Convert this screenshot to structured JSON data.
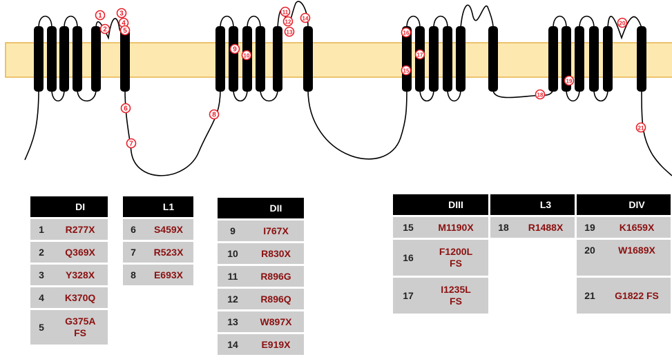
{
  "membrane_color": "#fde9b0",
  "helix_color": "#000000",
  "marker_color": "#e8202a",
  "markers": [
    {
      "label": "1"
    },
    {
      "label": "2"
    },
    {
      "label": "3"
    },
    {
      "label": "4"
    },
    {
      "label": "5"
    },
    {
      "label": "6"
    },
    {
      "label": "7"
    },
    {
      "label": "8"
    },
    {
      "label": "9"
    },
    {
      "label": "10"
    },
    {
      "label": "11"
    },
    {
      "label": "12"
    },
    {
      "label": "13"
    },
    {
      "label": "14"
    },
    {
      "label": "15"
    },
    {
      "label": "16"
    },
    {
      "label": "17"
    },
    {
      "label": "18"
    },
    {
      "label": "19"
    },
    {
      "label": "20"
    },
    {
      "label": "21"
    }
  ],
  "tables": {
    "di": {
      "header": "DI",
      "rows": [
        {
          "num": "1",
          "mut": "R277X"
        },
        {
          "num": "2",
          "mut": "Q369X"
        },
        {
          "num": "3",
          "mut": "Y328X"
        },
        {
          "num": "4",
          "mut": "K370Q"
        },
        {
          "num": "5",
          "mut": "G375A FS"
        }
      ]
    },
    "l1": {
      "header": "L1",
      "rows": [
        {
          "num": "6",
          "mut": "S459X"
        },
        {
          "num": "7",
          "mut": "R523X"
        },
        {
          "num": "8",
          "mut": "E693X"
        }
      ]
    },
    "dii": {
      "header": "DII",
      "rows": [
        {
          "num": "9",
          "mut": "I767X"
        },
        {
          "num": "10",
          "mut": "R830X"
        },
        {
          "num": "11",
          "mut": "R896G"
        },
        {
          "num": "12",
          "mut": "R896Q"
        },
        {
          "num": "13",
          "mut": "W897X"
        },
        {
          "num": "14",
          "mut": "E919X"
        }
      ]
    },
    "diii": {
      "header": "DIII",
      "rows": [
        {
          "num": "15",
          "mut": "M1190X"
        },
        {
          "num": "16",
          "mut": "F1200L FS"
        },
        {
          "num": "17",
          "mut": "I1235L FS"
        }
      ]
    },
    "l3": {
      "header": "L3",
      "rows": [
        {
          "num": "18",
          "mut": "R1488X"
        }
      ]
    },
    "div": {
      "header": "DIV",
      "rows": [
        {
          "num": "19",
          "mut": "K1659X"
        },
        {
          "num": "20",
          "mut": "W1689X"
        },
        {
          "num": "21",
          "mut": "G1822 FS"
        }
      ]
    }
  }
}
